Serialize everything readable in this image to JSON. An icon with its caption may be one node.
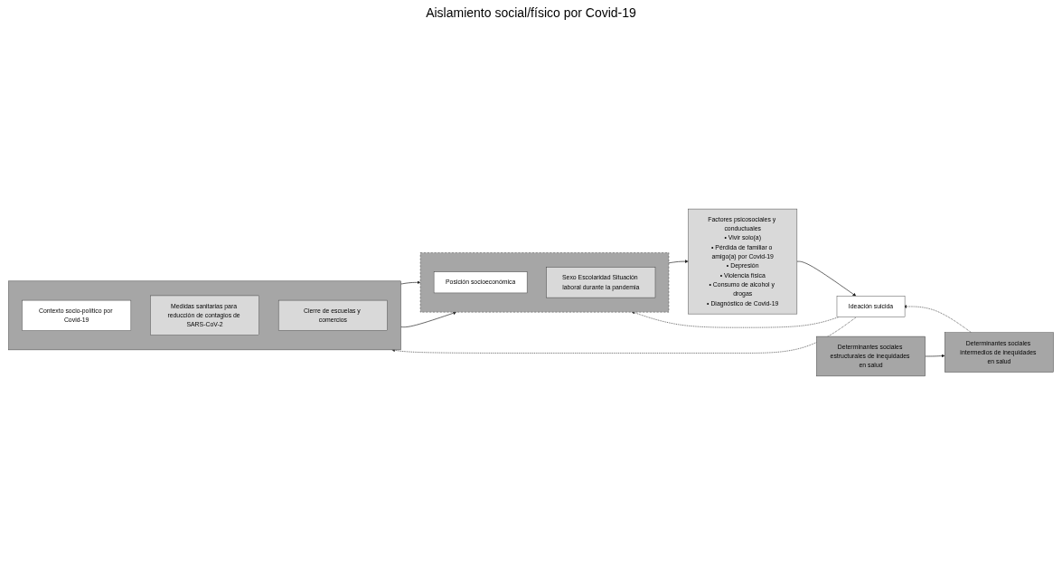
{
  "diagram": {
    "nodes": [
      {
        "text": [],
        "shape": "box"
      },
      {
        "text": [
          "Contexto socio-político por Covid-19"
        ],
        "in": 0
      },
      {
        "text": [
          "Medidas sanitarias para reducción de contagios de SARS-CoV-2"
        ],
        "in": 0
      },
      {
        "text": [
          "Cierre de escuelas y comercios"
        ],
        "in": 0
      },
      {
        "text": [],
        "shape": "box"
      },
      {
        "text": [
          "Posición socioeconómica"
        ],
        "in": 4
      },
      {
        "text": [
          "Sexo Escolaridad Situación laboral durante la pandemia"
        ],
        "in": 4
      },
      {
        "text": [
          "Factores psicosociales y conductuales",
          "• Vivir solo(a)",
          "• Pérdida de familiar o amigo(a) por Covid-19",
          "• Depresión",
          "• Violencia física",
          "• Consumo de alcohol y drogas",
          "• Diagnóstico de Covid-19"
        ]
      },
      {
        "text": [
          "Ideación suicida"
        ]
      },
      {
        "text": [
          "Determinantes sociales estructurales de inequidades en salud"
        ]
      },
      {
        "text": [
          "Determinantes sociales intermedios de inequidades en salud"
        ]
      }
    ],
    "edges": [
      {
        "from": 0,
        "to": 4,
        "arrow": "to"
      },
      {
        "from": 0,
        "to": 4,
        "arrow": "to"
      },
      {
        "from": 4,
        "to": 7,
        "arrow": "to"
      },
      {
        "from": 7,
        "to": 8,
        "arrow": "to"
      },
      {
        "from": 8,
        "to": 0,
        "arrow": "to",
        "style": "dashed"
      },
      {
        "from": 8,
        "to": 4,
        "arrow": "to",
        "style": "dashed"
      },
      {
        "from": 9,
        "to": 10,
        "arrow": "to"
      },
      {
        "from": 10,
        "to": 8,
        "arrow": "to",
        "style": "dashed"
      }
    ],
    "labels": [
      "Aislamiento social/físico por Covid-19"
    ]
  }
}
